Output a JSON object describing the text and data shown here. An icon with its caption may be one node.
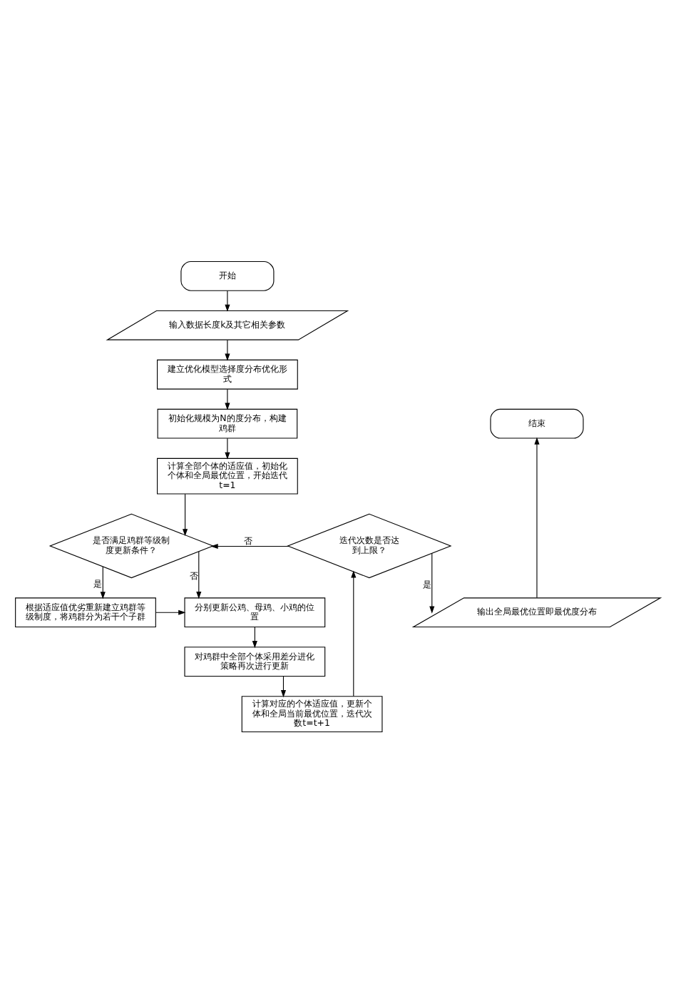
{
  "diagram": {
    "nodes": [
      {
        "text": [
          "开始"
        ]
      },
      {
        "text": [
          "输入数据长度k及其它相关参数"
        ]
      },
      {
        "text": [
          "建立优化模型选择度分布优化形式"
        ]
      },
      {
        "text": [
          "初始化规模为N的度分布，构建鸡群"
        ]
      },
      {
        "text": [
          "计算全部个体的适应值，初始化个体和全局最优位置，开始迭代t=1"
        ]
      },
      {
        "text": [
          "是否满足鸡群等级制度更新条件？"
        ]
      },
      {
        "text": [
          "根据适应值优劣重新建立鸡群等级制度，将鸡群分为若干个子群"
        ]
      },
      {
        "text": [
          "分别更新公鸡、母鸡、小鸡的位置"
        ]
      },
      {
        "text": [
          "对鸡群中全部个体采用差分进化策略再次进行更新"
        ]
      },
      {
        "text": [
          "计算对应的个体适应值，更新个体和全局当前最优位置，迭代次数t=t+1"
        ]
      },
      {
        "text": [
          "迭代次数是否达到上限？"
        ]
      },
      {
        "text": [
          "输出全局最优位置即最优度分布"
        ]
      },
      {
        "text": [
          "结束"
        ]
      }
    ],
    "edges": [
      {
        "from": 0,
        "to": 1,
        "arrow": "to"
      },
      {
        "from": 1,
        "to": 2,
        "arrow": "to"
      },
      {
        "from": 2,
        "to": 3,
        "arrow": "to"
      },
      {
        "from": 3,
        "to": 4,
        "arrow": "to"
      },
      {
        "from": 4,
        "to": 5,
        "arrow": "to"
      },
      {
        "from": 5,
        "to": 6,
        "arrow": "to",
        "label": "是"
      },
      {
        "from": 5,
        "to": 7,
        "arrow": "to",
        "label": "否"
      },
      {
        "from": 6,
        "to": 7,
        "arrow": "to"
      },
      {
        "from": 7,
        "to": 8,
        "arrow": "to"
      },
      {
        "from": 8,
        "to": 9,
        "arrow": "to"
      },
      {
        "from": 9,
        "to": 10,
        "arrow": "to"
      },
      {
        "from": 10,
        "to": 11,
        "arrow": "to",
        "label": "是"
      },
      {
        "from": 10,
        "to": 5,
        "arrow": "to",
        "label": "否"
      },
      {
        "from": 11,
        "to": 12,
        "arrow": "to"
      }
    ]
  }
}
